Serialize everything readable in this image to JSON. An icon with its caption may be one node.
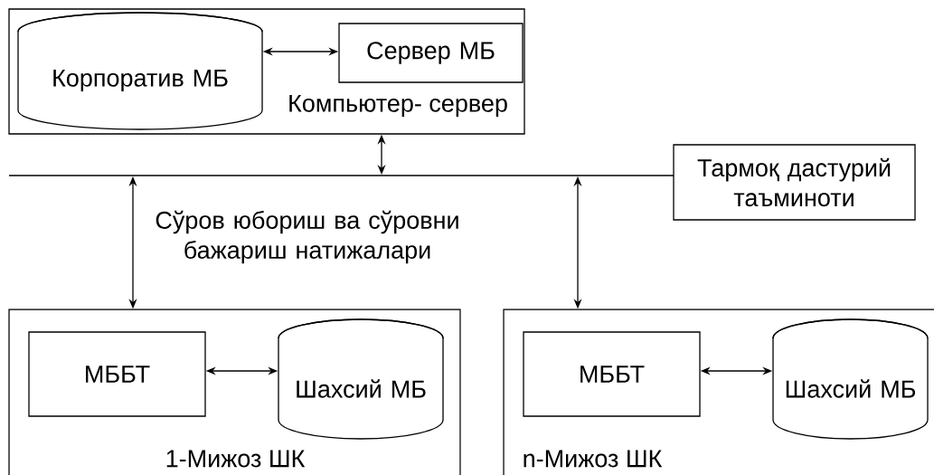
{
  "diagram": {
    "nodes": [
      {
        "text": [
          "Компьютер- сервер"
        ]
      },
      {
        "text": [
          "Корпоратив МБ"
        ],
        "in": 0
      },
      {
        "text": [
          "Сервер МБ"
        ],
        "in": 0
      },
      {
        "text": [],
        "shape": "bar"
      },
      {
        "text": [
          "Тармоқ дастурий таъминоти"
        ]
      },
      {
        "text": [
          "1-Мижоз ШК"
        ]
      },
      {
        "text": [
          "МББТ"
        ],
        "in": 5
      },
      {
        "text": [
          "Шахсий МБ"
        ],
        "in": 5
      },
      {
        "text": [
          "n-Мижоз ШК"
        ]
      },
      {
        "text": [
          "МББТ"
        ],
        "in": 8
      },
      {
        "text": [
          "Шахсий МБ"
        ],
        "in": 8
      }
    ],
    "edges": [
      {
        "from": 1,
        "to": 2,
        "arrow": "both"
      },
      {
        "from": 0,
        "to": 3,
        "arrow": "both"
      },
      {
        "from": 3,
        "to": 5,
        "arrow": "both",
        "label": "Сўров юбориш ва сўровни бажариш натижалари"
      },
      {
        "from": 3,
        "to": 8,
        "arrow": "both"
      },
      {
        "from": 6,
        "to": 7,
        "arrow": "both"
      },
      {
        "from": 9,
        "to": 10,
        "arrow": "both"
      }
    ]
  }
}
